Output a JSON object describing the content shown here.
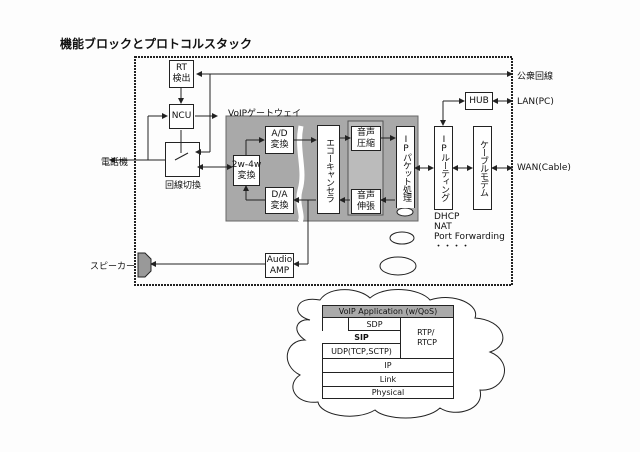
{
  "title": "機能ブロックとプロトコルスタック",
  "blocks": {
    "rt": "RT\n検出",
    "ncu": "NCU",
    "switch": "回線切換",
    "gateway_label": "VoIPゲートウェイ",
    "hybrid": "2w-4w\n変換",
    "ad": "A/D\n変換",
    "da": "D/A\n変換",
    "echo": "エコーキャンセラ",
    "compress": "音声\n圧縮",
    "expand": "音声\n伸張",
    "ip_packet": "IPパケット処理",
    "ip_routing": "IPルーティング",
    "cable_modem": "ケーブルモデム",
    "hub": "HUB",
    "audio_amp": "Audio\nAMP"
  },
  "external": {
    "phone": "電話機",
    "speaker": "スピーカー",
    "pstn": "公衆回線",
    "lan": "LAN(PC)",
    "wan": "WAN(Cable)"
  },
  "routing_features": [
    "DHCP",
    "NAT",
    "Port Forwarding",
    "・・・・"
  ],
  "stack": {
    "app": "VoIP Application (w/QoS)",
    "sdp": "SDP",
    "sip": "SIP",
    "udp": "UDP(TCP,SCTP)",
    "rtp": "RTP/\nRTCP",
    "ip": "IP",
    "link": "Link",
    "physical": "Physical"
  }
}
